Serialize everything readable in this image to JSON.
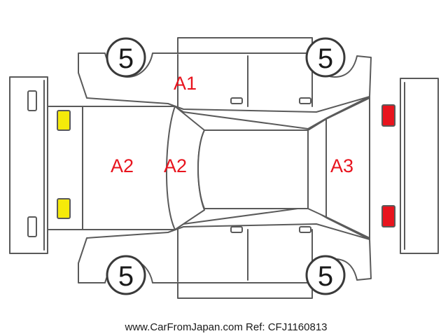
{
  "diagram": {
    "tire_ratings": {
      "front_left": "5",
      "front_right": "5",
      "rear_left": "5",
      "rear_right": "5"
    },
    "damage_labels": {
      "top_door": "A1",
      "hood": "A2",
      "windshield": "A2",
      "rear_glass": "A3"
    },
    "colors": {
      "outline": "#5a5a5a",
      "damage_text": "#e8141e",
      "front_lights": "#f5ea0a",
      "rear_lights": "#e8141e"
    },
    "footer_text": "www.CarFromJapan.com Ref: CFJ1160813"
  }
}
